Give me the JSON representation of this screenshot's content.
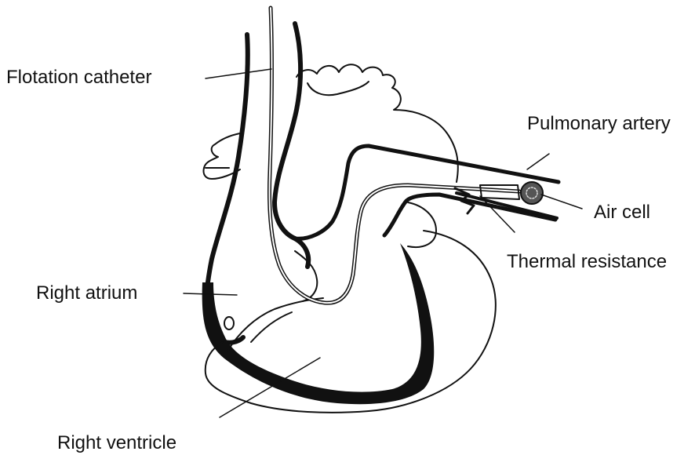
{
  "labels": {
    "flotation_catheter": "Flotation catheter",
    "pulmonary_artery": "Pulmonary artery",
    "air_cell": "Air cell",
    "thermal_resistance": "Thermal resistance",
    "right_atrium": "Right atrium",
    "right_ventricle": "Right ventricle"
  },
  "colors": {
    "ink": "#111111",
    "background": "#ffffff"
  }
}
